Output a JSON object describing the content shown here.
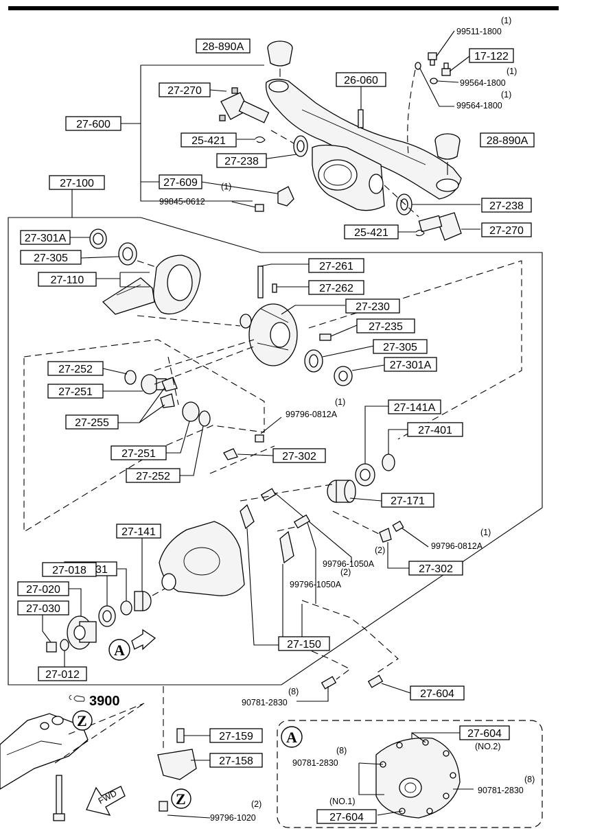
{
  "diagram": {
    "part_labels": [
      {
        "id": "p1",
        "text": "28-890A"
      },
      {
        "id": "p2",
        "text": "17-122"
      },
      {
        "id": "p3",
        "text": "27-270"
      },
      {
        "id": "p4",
        "text": "26-060"
      },
      {
        "id": "p5",
        "text": "27-600"
      },
      {
        "id": "p6",
        "text": "28-890A"
      },
      {
        "id": "p7",
        "text": "25-421"
      },
      {
        "id": "p8",
        "text": "27-238"
      },
      {
        "id": "p9",
        "text": "27-100"
      },
      {
        "id": "p10",
        "text": "27-609"
      },
      {
        "id": "p11",
        "text": "27-238"
      },
      {
        "id": "p12",
        "text": "27-301A"
      },
      {
        "id": "p13",
        "text": "25-421"
      },
      {
        "id": "p14",
        "text": "27-270"
      },
      {
        "id": "p15",
        "text": "27-305"
      },
      {
        "id": "p16",
        "text": "27-261"
      },
      {
        "id": "p17",
        "text": "27-110"
      },
      {
        "id": "p18",
        "text": "27-262"
      },
      {
        "id": "p19",
        "text": "27-230"
      },
      {
        "id": "p20",
        "text": "27-235"
      },
      {
        "id": "p21",
        "text": "27-305"
      },
      {
        "id": "p22",
        "text": "27-252"
      },
      {
        "id": "p23",
        "text": "27-301A"
      },
      {
        "id": "p24",
        "text": "27-251"
      },
      {
        "id": "p25",
        "text": "27-141A"
      },
      {
        "id": "p26",
        "text": "27-255"
      },
      {
        "id": "p27",
        "text": "27-401"
      },
      {
        "id": "p28",
        "text": "27-251"
      },
      {
        "id": "p29",
        "text": "27-302"
      },
      {
        "id": "p30",
        "text": "27-252"
      },
      {
        "id": "p31",
        "text": "27-171"
      },
      {
        "id": "p32",
        "text": "27-141"
      },
      {
        "id": "p33",
        "text": "27-431"
      },
      {
        "id": "p34",
        "text": "27-018"
      },
      {
        "id": "p35",
        "text": "27-302"
      },
      {
        "id": "p36",
        "text": "27-020"
      },
      {
        "id": "p37",
        "text": "27-030"
      },
      {
        "id": "p38",
        "text": "27-150"
      },
      {
        "id": "p39",
        "text": "27-012"
      },
      {
        "id": "p40",
        "text": "27-604"
      },
      {
        "id": "p41",
        "text": "27-159"
      },
      {
        "id": "p42",
        "text": "27-604"
      },
      {
        "id": "p43",
        "text": "27-158"
      },
      {
        "id": "p44",
        "text": "27-604"
      }
    ],
    "bolt_labels": [
      {
        "id": "b1",
        "qty": "(1)",
        "text": "99511-1800"
      },
      {
        "id": "b2",
        "qty": "(1)",
        "text": "99564-1800"
      },
      {
        "id": "b3",
        "qty": "(1)",
        "text": "99564-1800"
      },
      {
        "id": "b4",
        "qty": "(1)",
        "text": "99845-0612"
      },
      {
        "id": "b5",
        "qty": "(1)",
        "text": "99796-0812A"
      },
      {
        "id": "b6",
        "qty": "(1)",
        "text": "99796-0812A"
      },
      {
        "id": "b7",
        "qty": "(2)",
        "text": "99796-1050A"
      },
      {
        "id": "b8",
        "qty": "(2)",
        "text": "99796-1050A"
      },
      {
        "id": "b9",
        "qty": "(8)",
        "text": "90781-2830"
      },
      {
        "id": "b10",
        "qty": "(8)",
        "text": "90781-2830"
      },
      {
        "id": "b11",
        "qty": "(8)",
        "text": "90781-2830"
      },
      {
        "id": "b12",
        "qty": "(2)",
        "text": "99796-1020"
      }
    ],
    "notes": {
      "no2": "(NO.2)",
      "no1": "(NO.1)",
      "ref_page": "3900",
      "fwd": "FWD"
    },
    "callouts": {
      "a": "A",
      "z": "Z"
    }
  }
}
